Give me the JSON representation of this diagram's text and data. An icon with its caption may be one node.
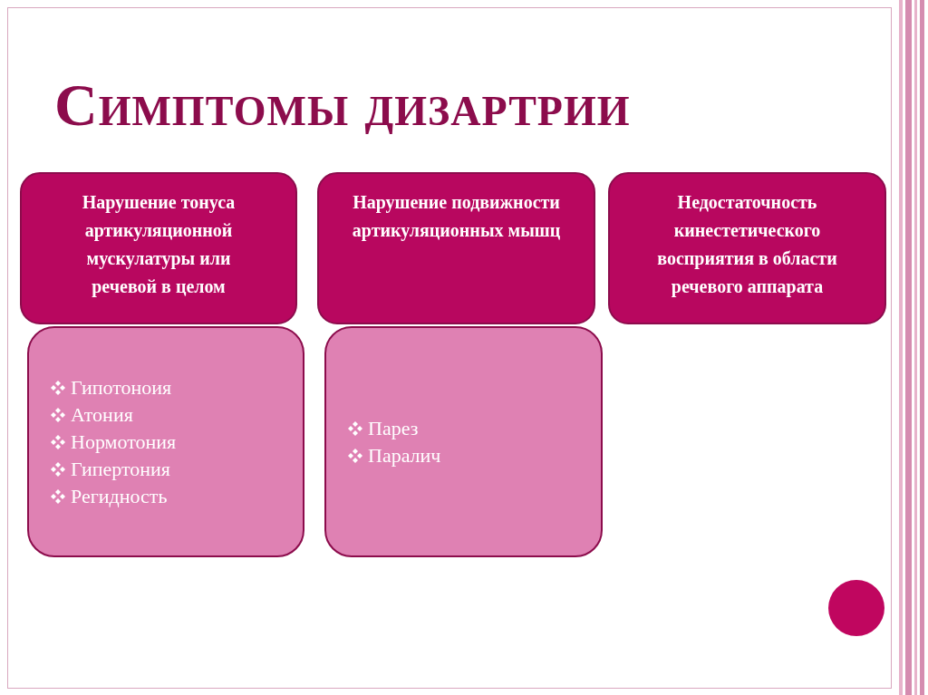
{
  "diagram": {
    "title": "Симптомы дизартрии",
    "nodes": [
      {
        "text": [
          "Нарушение тонуса артикуляционной мускулатуры или речевой в целом"
        ]
      },
      {
        "text": [
          "Нарушение подвижности артикуляционных мышц"
        ]
      },
      {
        "text": [
          "Недостаточность кинестетического восприятия в области речевого аппарата"
        ]
      },
      {
        "text": [
          "Гипотоноия",
          "Атония",
          "Нормотония",
          "Гипертония",
          "Регидность"
        ]
      },
      {
        "text": [
          "Парез",
          "Паралич"
        ]
      }
    ]
  }
}
